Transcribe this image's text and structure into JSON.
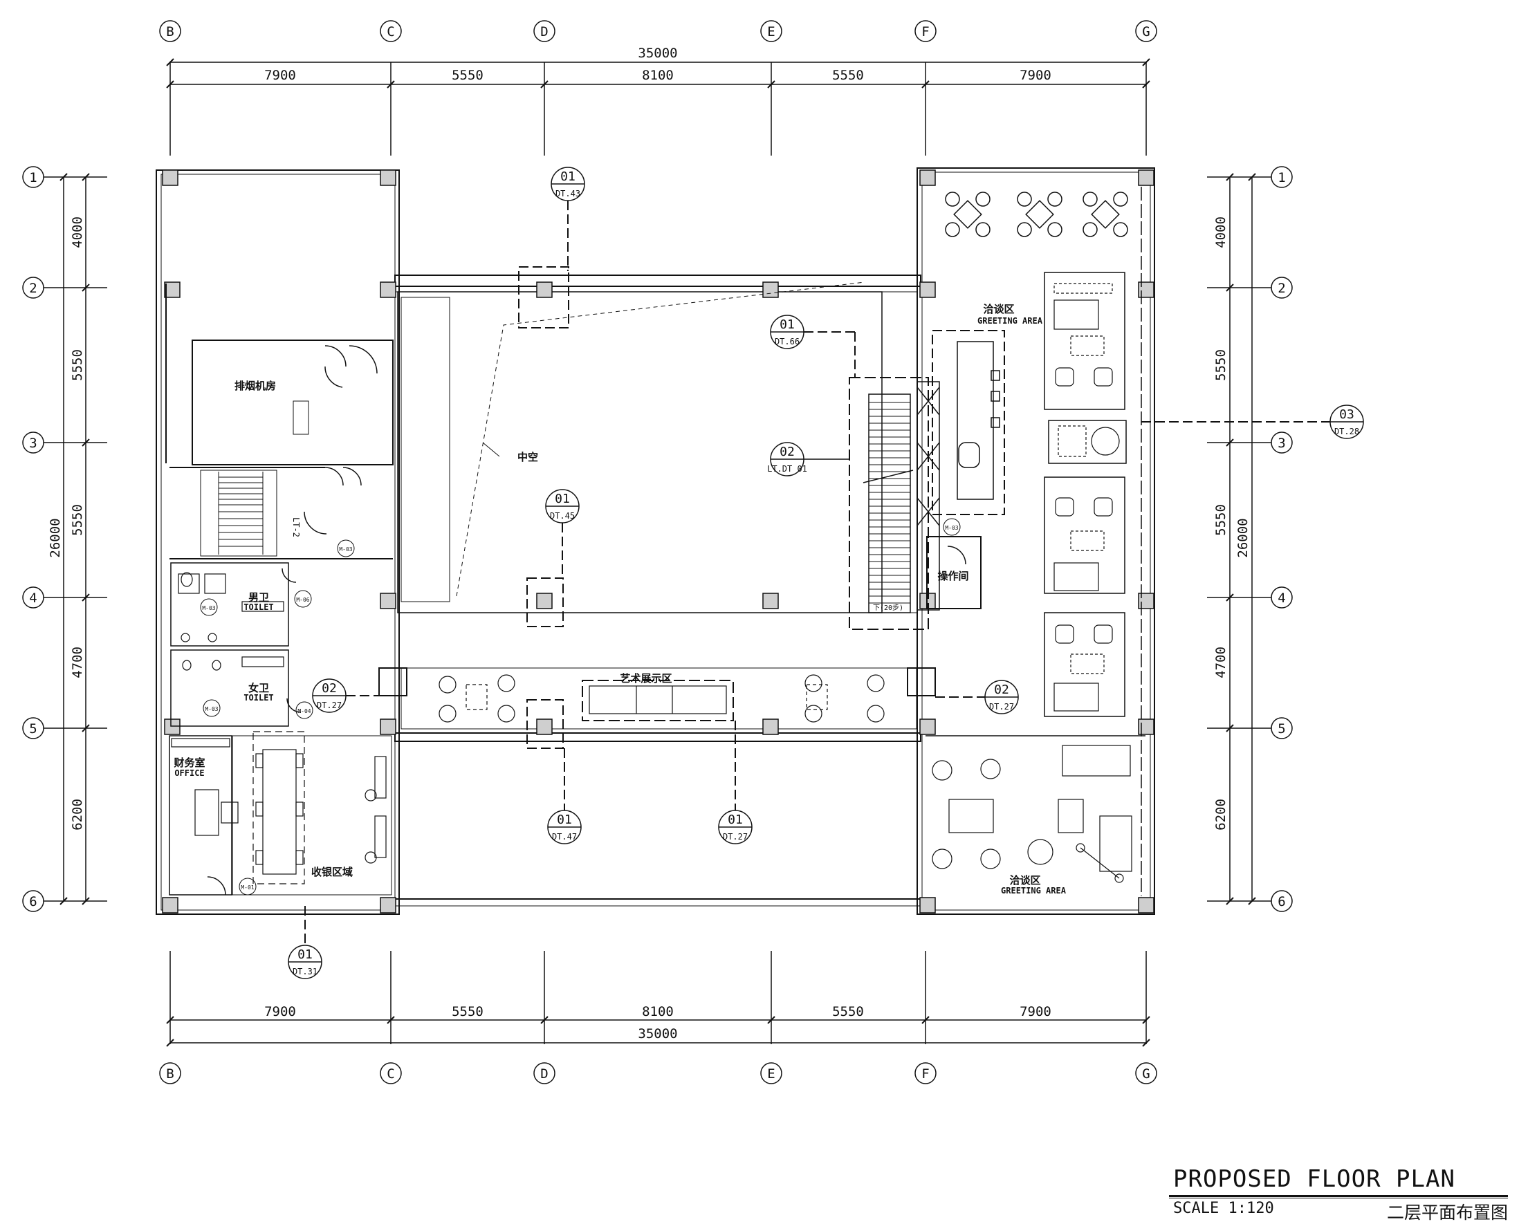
{
  "title": {
    "main": "PROPOSED FLOOR PLAN",
    "scale": "SCALE 1:120",
    "chinese": "二层平面布置图"
  },
  "grid": {
    "columns": [
      "B",
      "C",
      "D",
      "E",
      "F",
      "G"
    ],
    "rows": [
      "1",
      "2",
      "3",
      "4",
      "5",
      "6"
    ]
  },
  "dimensions": {
    "horizontal_total": "35000",
    "horizontal": [
      "7900",
      "5550",
      "8100",
      "5550",
      "7900"
    ],
    "vertical_total": "26000",
    "vertical": [
      "4000",
      "5550",
      "5550",
      "4700",
      "6200"
    ]
  },
  "rooms": {
    "exhaust": "排烟机房",
    "atrium": "中空",
    "male_cn": "男卫",
    "male_en": "TOILET",
    "female_cn": "女卫",
    "female_en": "TOILET",
    "office_cn": "财务室",
    "office_en": "OFFICE",
    "cashier": "收银区域",
    "art": "艺术展示区",
    "operation": "操作间",
    "greeting_top_cn": "洽谈区",
    "greeting_top_en": "GREETING AREA",
    "greeting_bottom_cn": "洽谈区",
    "greeting_bottom_en": "GREETING AREA",
    "stair_down": "下(20步)",
    "lift": "LT-2"
  },
  "references": {
    "r_dt43": {
      "top": "01",
      "bottom": "DT.43"
    },
    "r_dt66": {
      "top": "01",
      "bottom": "DT.66"
    },
    "r_dt28": {
      "top": "03",
      "bottom": "DT.28"
    },
    "r_ltdt": {
      "top": "02",
      "bottom": "LT.DT 01"
    },
    "r_dt45": {
      "top": "01",
      "bottom": "DT.45"
    },
    "r_dt27a": {
      "top": "02",
      "bottom": "DT.27"
    },
    "r_dt27b": {
      "top": "02",
      "bottom": "DT.27"
    },
    "r_dt47": {
      "top": "01",
      "bottom": "DT.47"
    },
    "r_dt27c": {
      "top": "01",
      "bottom": "DT.27"
    },
    "r_dt31": {
      "top": "01",
      "bottom": "DT.31"
    }
  },
  "door_tags": {
    "d1": "M-03",
    "d2": "M-03",
    "d3": "M-06",
    "d4": "M-03",
    "d5": "M-04",
    "d6": "M-03",
    "d7": "M-01"
  }
}
